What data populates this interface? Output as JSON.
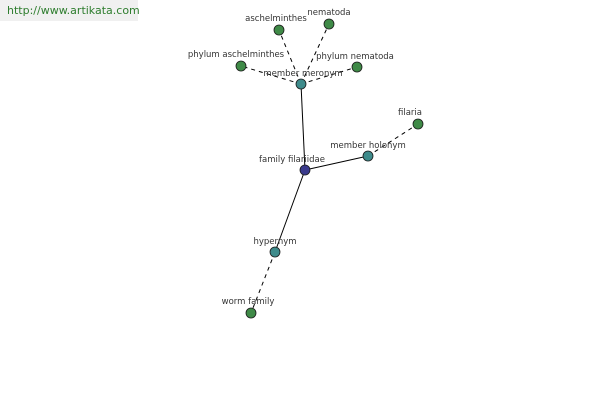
{
  "watermark": "http://www.artikata.com",
  "colors": {
    "root": "#3a3a8c",
    "relation": "#3e8b8b",
    "leaf": "#3f8a47",
    "edge": "#000000",
    "background": "#ffffff"
  },
  "diagram": {
    "nodes": [
      {
        "id": "family_filariidae",
        "label": "family filariidae",
        "kind": "root"
      },
      {
        "id": "member_meronym",
        "label": "member meronym",
        "kind": "relation"
      },
      {
        "id": "member_holonym",
        "label": "member holonym",
        "kind": "relation"
      },
      {
        "id": "hypernym",
        "label": "hypernym",
        "kind": "relation"
      },
      {
        "id": "aschelminthes",
        "label": "aschelminthes",
        "kind": "leaf"
      },
      {
        "id": "nematoda",
        "label": "nematoda",
        "kind": "leaf"
      },
      {
        "id": "phylum_aschelminthes",
        "label": "phylum aschelminthes",
        "kind": "leaf"
      },
      {
        "id": "phylum_nematoda",
        "label": "phylum nematoda",
        "kind": "leaf"
      },
      {
        "id": "filaria",
        "label": "filaria",
        "kind": "leaf"
      },
      {
        "id": "worm_family",
        "label": "worm family",
        "kind": "leaf"
      }
    ],
    "edges": [
      {
        "from": "family_filariidae",
        "to": "member_meronym",
        "style": "solid"
      },
      {
        "from": "family_filariidae",
        "to": "member_holonym",
        "style": "solid"
      },
      {
        "from": "family_filariidae",
        "to": "hypernym",
        "style": "solid"
      },
      {
        "from": "member_meronym",
        "to": "aschelminthes",
        "style": "dashed"
      },
      {
        "from": "member_meronym",
        "to": "nematoda",
        "style": "dashed"
      },
      {
        "from": "member_meronym",
        "to": "phylum_aschelminthes",
        "style": "dashed"
      },
      {
        "from": "member_meronym",
        "to": "phylum_nematoda",
        "style": "dashed"
      },
      {
        "from": "member_holonym",
        "to": "filaria",
        "style": "dashed"
      },
      {
        "from": "hypernym",
        "to": "worm_family",
        "style": "dashed"
      }
    ]
  }
}
